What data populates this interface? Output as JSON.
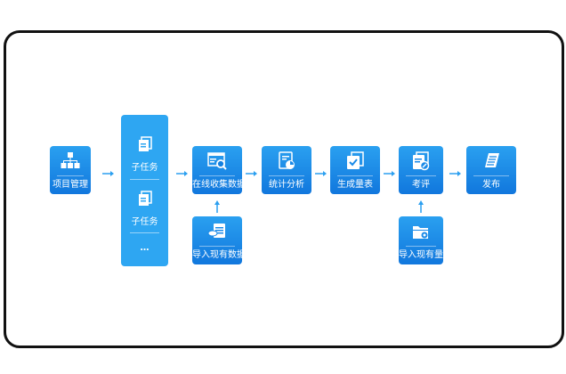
{
  "nodes": {
    "project": {
      "label": "项目管理",
      "icon": "org-chart-icon"
    },
    "subtasks": {
      "label1": "子任务",
      "label2": "子任务",
      "more": "…",
      "icon": "document-icon"
    },
    "collect": {
      "label": "在线收集数据",
      "icon": "browser-search-icon"
    },
    "stats": {
      "label": "统计分析",
      "icon": "chart-doc-icon"
    },
    "scale": {
      "label": "生成量表",
      "icon": "check-doc-icon"
    },
    "review": {
      "label": "考评",
      "icon": "edit-doc-icon"
    },
    "publish": {
      "label": "发布",
      "icon": "stack-icon"
    },
    "import_data": {
      "label": "导入现有数据",
      "icon": "database-icon"
    },
    "import_scale": {
      "label": "导入现有量表",
      "icon": "folder-icon"
    }
  },
  "colors": {
    "node": "#1a8ae8",
    "arrow": "#2b9ff0",
    "frame": "#111111"
  }
}
